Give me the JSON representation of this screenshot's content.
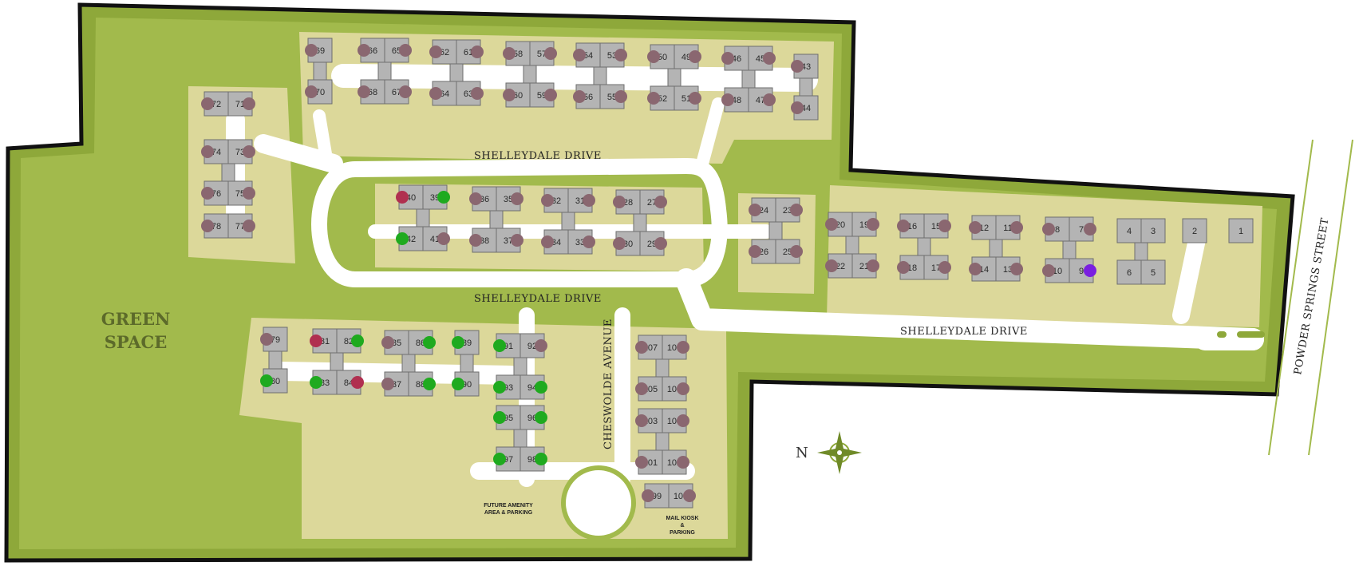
{
  "labels": {
    "green_space_1": "GREEN",
    "green_space_2": "SPACE",
    "street_top": "SHELLEYDALE DRIVE",
    "street_mid": "SHELLEYDALE DRIVE",
    "street_right": "SHELLEYDALE DRIVE",
    "cheswolde": "CHESWOLDE AVENUE",
    "powder_springs": "POWDER SPRINGS STREET",
    "amenity_1": "FUTURE AMENITY",
    "amenity_2": "AREA & PARKING",
    "mail_1": "MAIL KIOSK",
    "mail_2": "&",
    "mail_3": "PARKING",
    "north": "N"
  },
  "colors": {
    "sold": "#8a6770",
    "available": "#1faa1f",
    "reserved": "#b03050",
    "selected": "#7a1fe0"
  },
  "lots": [
    {
      "n": "69",
      "s": "sold"
    },
    {
      "n": "70",
      "s": "sold"
    },
    {
      "n": "66",
      "s": "sold"
    },
    {
      "n": "65",
      "s": "sold"
    },
    {
      "n": "68",
      "s": "sold"
    },
    {
      "n": "67",
      "s": "sold"
    },
    {
      "n": "62",
      "s": "sold"
    },
    {
      "n": "61",
      "s": "sold"
    },
    {
      "n": "64",
      "s": "sold"
    },
    {
      "n": "63",
      "s": "sold"
    },
    {
      "n": "58",
      "s": "sold"
    },
    {
      "n": "57",
      "s": "sold"
    },
    {
      "n": "60",
      "s": "sold"
    },
    {
      "n": "59",
      "s": "sold"
    },
    {
      "n": "54",
      "s": "sold"
    },
    {
      "n": "53",
      "s": "sold"
    },
    {
      "n": "56",
      "s": "sold"
    },
    {
      "n": "55",
      "s": "sold"
    },
    {
      "n": "50",
      "s": "sold"
    },
    {
      "n": "49",
      "s": "sold"
    },
    {
      "n": "52",
      "s": "sold"
    },
    {
      "n": "51",
      "s": "sold"
    },
    {
      "n": "46",
      "s": "sold"
    },
    {
      "n": "45",
      "s": "sold"
    },
    {
      "n": "48",
      "s": "sold"
    },
    {
      "n": "47",
      "s": "sold"
    },
    {
      "n": "43",
      "s": "sold"
    },
    {
      "n": "44",
      "s": "sold"
    },
    {
      "n": "72",
      "s": "sold"
    },
    {
      "n": "71",
      "s": "sold"
    },
    {
      "n": "74",
      "s": "sold"
    },
    {
      "n": "73",
      "s": "sold"
    },
    {
      "n": "76",
      "s": "sold"
    },
    {
      "n": "75",
      "s": "sold"
    },
    {
      "n": "78",
      "s": "sold"
    },
    {
      "n": "77",
      "s": "sold"
    },
    {
      "n": "40",
      "s": "reserved"
    },
    {
      "n": "39",
      "s": "available"
    },
    {
      "n": "42",
      "s": "available"
    },
    {
      "n": "41",
      "s": "sold"
    },
    {
      "n": "36",
      "s": "sold"
    },
    {
      "n": "35",
      "s": "sold"
    },
    {
      "n": "38",
      "s": "sold"
    },
    {
      "n": "37",
      "s": "sold"
    },
    {
      "n": "32",
      "s": "sold"
    },
    {
      "n": "31",
      "s": "sold"
    },
    {
      "n": "34",
      "s": "sold"
    },
    {
      "n": "33",
      "s": "sold"
    },
    {
      "n": "28",
      "s": "sold"
    },
    {
      "n": "27",
      "s": "sold"
    },
    {
      "n": "30",
      "s": "sold"
    },
    {
      "n": "29",
      "s": "sold"
    },
    {
      "n": "24",
      "s": "sold"
    },
    {
      "n": "23",
      "s": "sold"
    },
    {
      "n": "26",
      "s": "sold"
    },
    {
      "n": "25",
      "s": "sold"
    },
    {
      "n": "20",
      "s": "sold"
    },
    {
      "n": "19",
      "s": "sold"
    },
    {
      "n": "22",
      "s": "sold"
    },
    {
      "n": "21",
      "s": "sold"
    },
    {
      "n": "16",
      "s": "sold"
    },
    {
      "n": "15",
      "s": "sold"
    },
    {
      "n": "18",
      "s": "sold"
    },
    {
      "n": "17",
      "s": "sold"
    },
    {
      "n": "12",
      "s": "sold"
    },
    {
      "n": "11",
      "s": "sold"
    },
    {
      "n": "14",
      "s": "sold"
    },
    {
      "n": "13",
      "s": "sold"
    },
    {
      "n": "8",
      "s": "sold"
    },
    {
      "n": "7",
      "s": "sold"
    },
    {
      "n": "10",
      "s": "sold"
    },
    {
      "n": "9",
      "s": "selected"
    },
    {
      "n": "4",
      "s": "none"
    },
    {
      "n": "3",
      "s": "none"
    },
    {
      "n": "6",
      "s": "none"
    },
    {
      "n": "5",
      "s": "none"
    },
    {
      "n": "2",
      "s": "none"
    },
    {
      "n": "1",
      "s": "none"
    },
    {
      "n": "79",
      "s": "sold"
    },
    {
      "n": "80",
      "s": "available"
    },
    {
      "n": "81",
      "s": "reserved"
    },
    {
      "n": "82",
      "s": "available"
    },
    {
      "n": "83",
      "s": "available"
    },
    {
      "n": "84",
      "s": "reserved"
    },
    {
      "n": "85",
      "s": "sold"
    },
    {
      "n": "86",
      "s": "available"
    },
    {
      "n": "87",
      "s": "sold"
    },
    {
      "n": "88",
      "s": "available"
    },
    {
      "n": "89",
      "s": "available"
    },
    {
      "n": "90",
      "s": "available"
    },
    {
      "n": "91",
      "s": "available"
    },
    {
      "n": "92",
      "s": "sold"
    },
    {
      "n": "93",
      "s": "available"
    },
    {
      "n": "94",
      "s": "available"
    },
    {
      "n": "95",
      "s": "available"
    },
    {
      "n": "96",
      "s": "available"
    },
    {
      "n": "97",
      "s": "available"
    },
    {
      "n": "98",
      "s": "available"
    },
    {
      "n": "107",
      "s": "sold"
    },
    {
      "n": "108",
      "s": "sold"
    },
    {
      "n": "105",
      "s": "sold"
    },
    {
      "n": "106",
      "s": "sold"
    },
    {
      "n": "103",
      "s": "sold"
    },
    {
      "n": "104",
      "s": "sold"
    },
    {
      "n": "101",
      "s": "sold"
    },
    {
      "n": "102",
      "s": "sold"
    },
    {
      "n": "99",
      "s": "sold"
    },
    {
      "n": "100",
      "s": "sold"
    }
  ]
}
